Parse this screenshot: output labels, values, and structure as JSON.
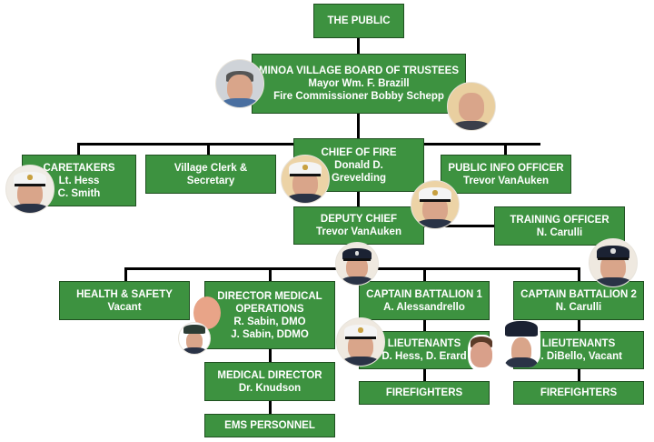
{
  "chart": {
    "nodes": {
      "public": {
        "lines": [
          "THE PUBLIC"
        ]
      },
      "board": {
        "lines": [
          "MINOA VILLAGE BOARD OF TRUSTEES",
          "Mayor Wm. F. Brazill",
          "Fire Commissioner Bobby Schepp"
        ]
      },
      "caretakers": {
        "lines": [
          "CARETAKERS",
          "Lt. Hess",
          "C. Smith"
        ]
      },
      "clerk": {
        "lines": [
          "Village Clerk &",
          "Secretary"
        ]
      },
      "chief": {
        "lines": [
          "CHIEF OF FIRE",
          "Donald D.",
          "Grevelding"
        ]
      },
      "pio": {
        "lines": [
          "PUBLIC INFO OFFICER",
          "Trevor VanAuken"
        ]
      },
      "deputy": {
        "lines": [
          "DEPUTY CHIEF",
          "Trevor VanAuken"
        ]
      },
      "training": {
        "lines": [
          "TRAINING OFFICER",
          "N. Carulli"
        ]
      },
      "health": {
        "lines": [
          "HEALTH & SAFETY",
          "Vacant"
        ]
      },
      "dmo": {
        "lines": [
          "DIRECTOR MEDICAL",
          "OPERATIONS",
          "R. Sabin, DMO",
          "J. Sabin, DDMO"
        ]
      },
      "capt1": {
        "lines": [
          "CAPTAIN BATTALION 1",
          "A. Alessandrello"
        ]
      },
      "capt2": {
        "lines": [
          "CAPTAIN BATTALION 2",
          "N. Carulli"
        ]
      },
      "meddir": {
        "lines": [
          "MEDICAL DIRECTOR",
          "Dr. Knudson"
        ]
      },
      "lt1": {
        "lines": [
          "LIEUTENANTS",
          "D. Hess, D. Erard"
        ]
      },
      "lt2": {
        "lines": [
          "LIEUTENANTS",
          "J. DiBello, Vacant"
        ]
      },
      "ems": {
        "lines": [
          "EMS PERSONNEL"
        ]
      },
      "ff1": {
        "lines": [
          "FIREFIGHTERS"
        ]
      },
      "ff2": {
        "lines": [
          "FIREFIGHTERS"
        ]
      }
    },
    "colors": {
      "box_fill": "#3d9240",
      "box_border": "#1f4f20",
      "text": "#ffffff",
      "connector": "#000000"
    }
  }
}
